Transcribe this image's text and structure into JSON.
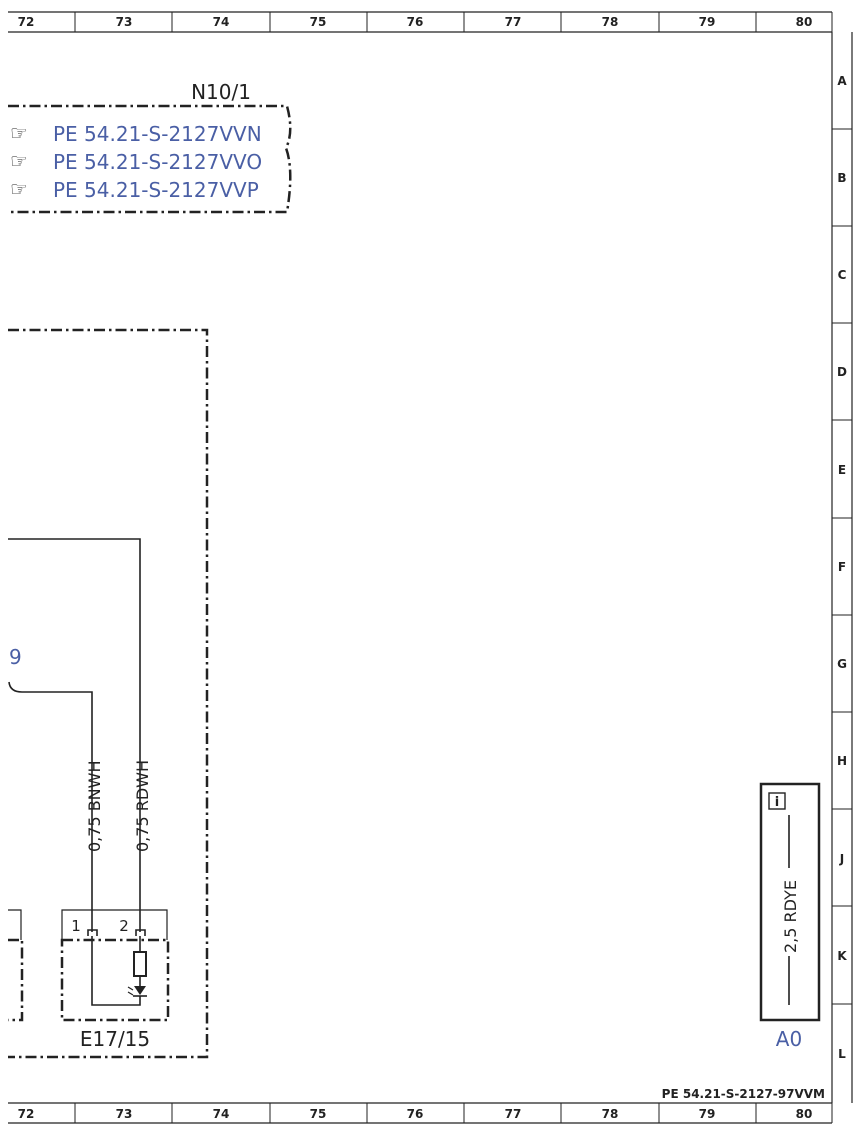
{
  "frame": {
    "columns": [
      "72",
      "73",
      "74",
      "75",
      "76",
      "77",
      "78",
      "79",
      "80"
    ],
    "rows": [
      "A",
      "B",
      "C",
      "D",
      "E",
      "F",
      "G",
      "H",
      "J",
      "K",
      "L"
    ],
    "doc_ref": "PE 54.21-S-2127-97VVM"
  },
  "module_n10": {
    "label": "N10/1",
    "hand_icon": "☞",
    "refs": [
      "PE 54.21-S-2127VVN",
      "PE 54.21-S-2127VVO",
      "PE 54.21-S-2127VVP"
    ]
  },
  "partial_ref": "9",
  "wires": {
    "w1": "0,75 BNWH",
    "w2": "0,75 RDWH"
  },
  "component_e17": {
    "label": "E17/15",
    "pin1": "1",
    "pin2": "2"
  },
  "connector_a0": {
    "label": "A0",
    "info_icon": "i",
    "wire": "2,5 RDYE"
  },
  "colors": {
    "line": "#222222",
    "link_blue": "#4a5fa5"
  }
}
